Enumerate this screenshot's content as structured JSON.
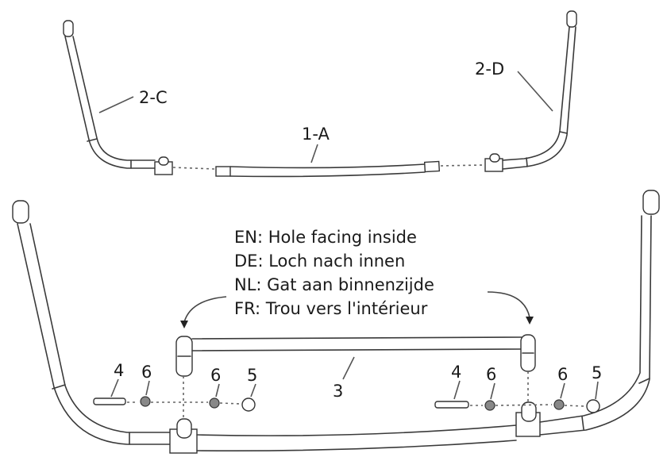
{
  "diagram": {
    "type": "assembly-instructions",
    "top_assembly": {
      "labels": {
        "left_upright": "2-C",
        "right_upright": "2-D",
        "center_bar": "1-A"
      }
    },
    "bottom_assembly": {
      "labels": {
        "crossbar": "3",
        "left_screw": "4",
        "left_washer_outer": "6",
        "left_washer_inner": "6",
        "left_cap": "5",
        "right_screw": "4",
        "right_washer_outer": "6",
        "right_washer_inner": "6",
        "right_cap": "5"
      },
      "note": {
        "lines": [
          "EN: Hole facing inside",
          "DE: Loch nach innen",
          "NL: Gat aan binnenzijde",
          "FR: Trou vers l'intérieur"
        ]
      }
    },
    "colors": {
      "line": "#3a3a3a",
      "background": "#ffffff",
      "washer": "#888888"
    }
  }
}
